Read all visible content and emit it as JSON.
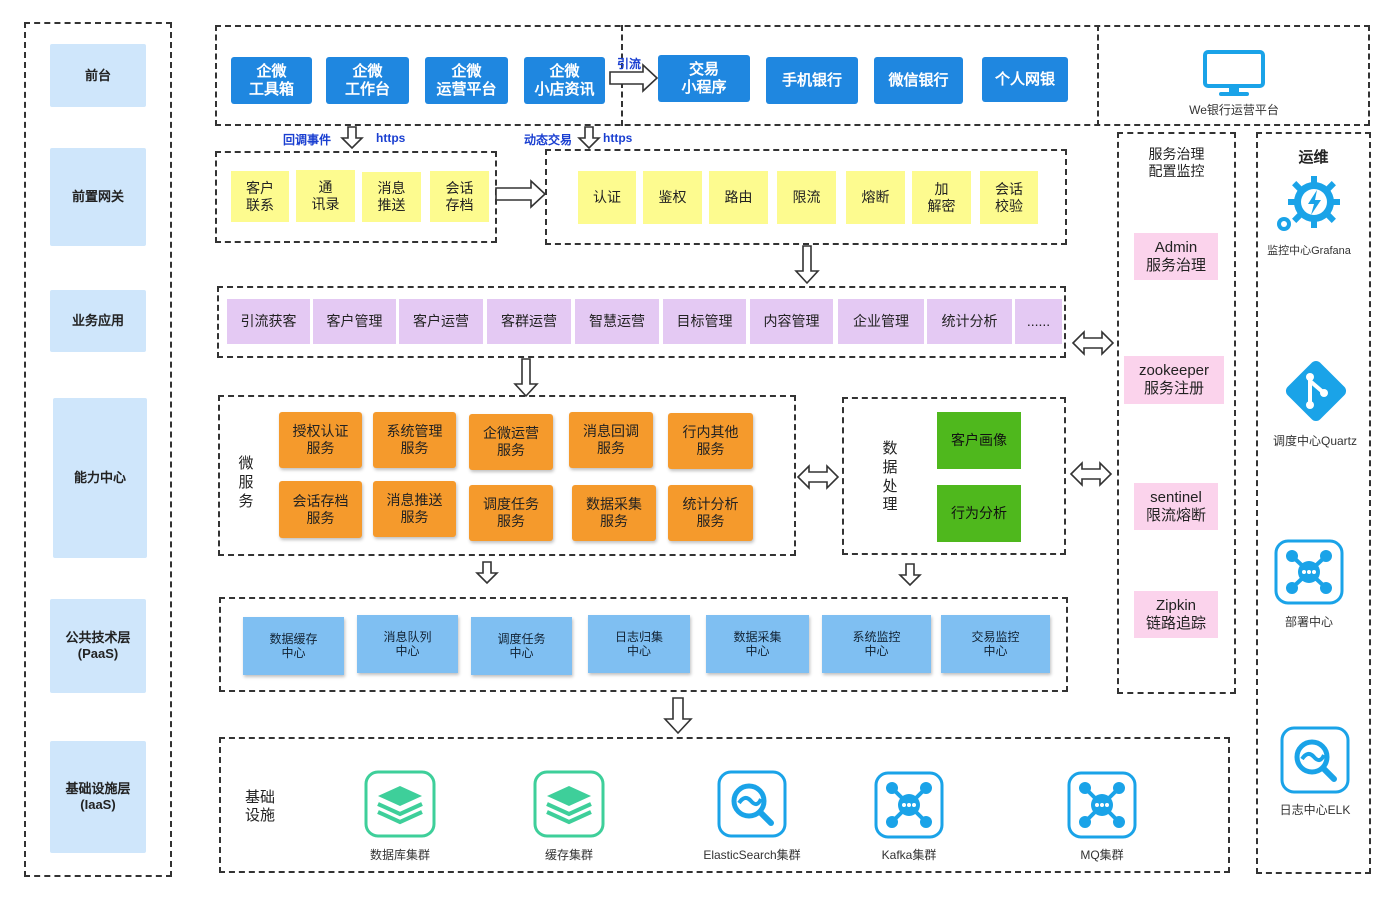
{
  "layers": [
    {
      "id": "frontend",
      "label": "前台"
    },
    {
      "id": "gateway",
      "label": "前置网关"
    },
    {
      "id": "business",
      "label": "业务应用"
    },
    {
      "id": "capability",
      "label": "能力中心"
    },
    {
      "id": "paas",
      "label": "公共技术层\n(PaaS)"
    },
    {
      "id": "iaas",
      "label": "基础设施层\n(IaaS)"
    }
  ],
  "frontend": {
    "wecom_apps": [
      "企微\n工具箱",
      "企微\n工作台",
      "企微\n运营平台",
      "企微\n小店资讯"
    ],
    "referral_label": "引流",
    "bank_apps": [
      "交易\n小程序",
      "手机银行",
      "微信银行",
      "个人网银"
    ],
    "platform_label": "We银行运营平台"
  },
  "links": {
    "callback": "回调事件",
    "https1": "https",
    "dynamic": "动态交易",
    "https2": "https"
  },
  "gateway": {
    "left": [
      "客户\n联系",
      "通\n讯录",
      "消息\n推送",
      "会话\n存档"
    ],
    "right": [
      "认证",
      "鉴权",
      "路由",
      "限流",
      "熔断",
      "加\n解密",
      "会话\n校验"
    ]
  },
  "business": {
    "items": [
      "引流获客",
      "客户管理",
      "客户运营",
      "客群运营",
      "智慧运营",
      "目标管理",
      "内容管理",
      "企业管理",
      "统计分析",
      "......"
    ]
  },
  "capability": {
    "micro_title": "微\n服\n务",
    "services": [
      "授权认证\n服务",
      "系统管理\n服务",
      "企微运营\n服务",
      "消息回调\n服务",
      "行内其他\n服务",
      "会话存档\n服务",
      "消息推送\n服务",
      "调度任务\n服务",
      "数据采集\n服务",
      "统计分析\n服务"
    ],
    "data_title": "数\n据\n处\n理",
    "data_items": [
      "客户画像",
      "行为分析"
    ]
  },
  "paas": {
    "items": [
      "数据缓存\n中心",
      "消息队列\n中心",
      "调度任务\n中心",
      "日志归集\n中心",
      "数据采集\n中心",
      "系统监控\n中心",
      "交易监控\n中心"
    ]
  },
  "iaas": {
    "title": "基础\n设施",
    "items": [
      {
        "label": "数据库集群",
        "icon": "stack-icon"
      },
      {
        "label": "缓存集群",
        "icon": "stack-icon"
      },
      {
        "label": "ElasticSearch集群",
        "icon": "search-icon"
      },
      {
        "label": "Kafka集群",
        "icon": "hub-icon"
      },
      {
        "label": "MQ集群",
        "icon": "hub-icon"
      }
    ]
  },
  "governance": {
    "title": "服务治理\n配置监控",
    "items": [
      "Admin\n服务治理",
      "zookeeper\n服务注册",
      "sentinel\n限流熔断",
      "Zipkin\n链路追踪"
    ]
  },
  "ops": {
    "title": "运维",
    "items": [
      {
        "label": "监控中心Grafana",
        "icon": "gear-lightning-icon"
      },
      {
        "label": "调度中心Quartz",
        "icon": "git-branch-icon"
      },
      {
        "label": "部署中心",
        "icon": "hub-icon"
      },
      {
        "label": "日志中心ELK",
        "icon": "search-icon"
      }
    ]
  },
  "colors": {
    "blue": "#1f87e0",
    "yellow": "#fdfb8f",
    "purple": "#e4c9f3",
    "orange": "#f59a2c",
    "green": "#4fb81d",
    "pink": "#fbd3ec",
    "light_blue": "#7fbff2",
    "layer": "#cfe6fb",
    "teal": "#3ecf9a",
    "cyan": "#1aa3e8"
  }
}
